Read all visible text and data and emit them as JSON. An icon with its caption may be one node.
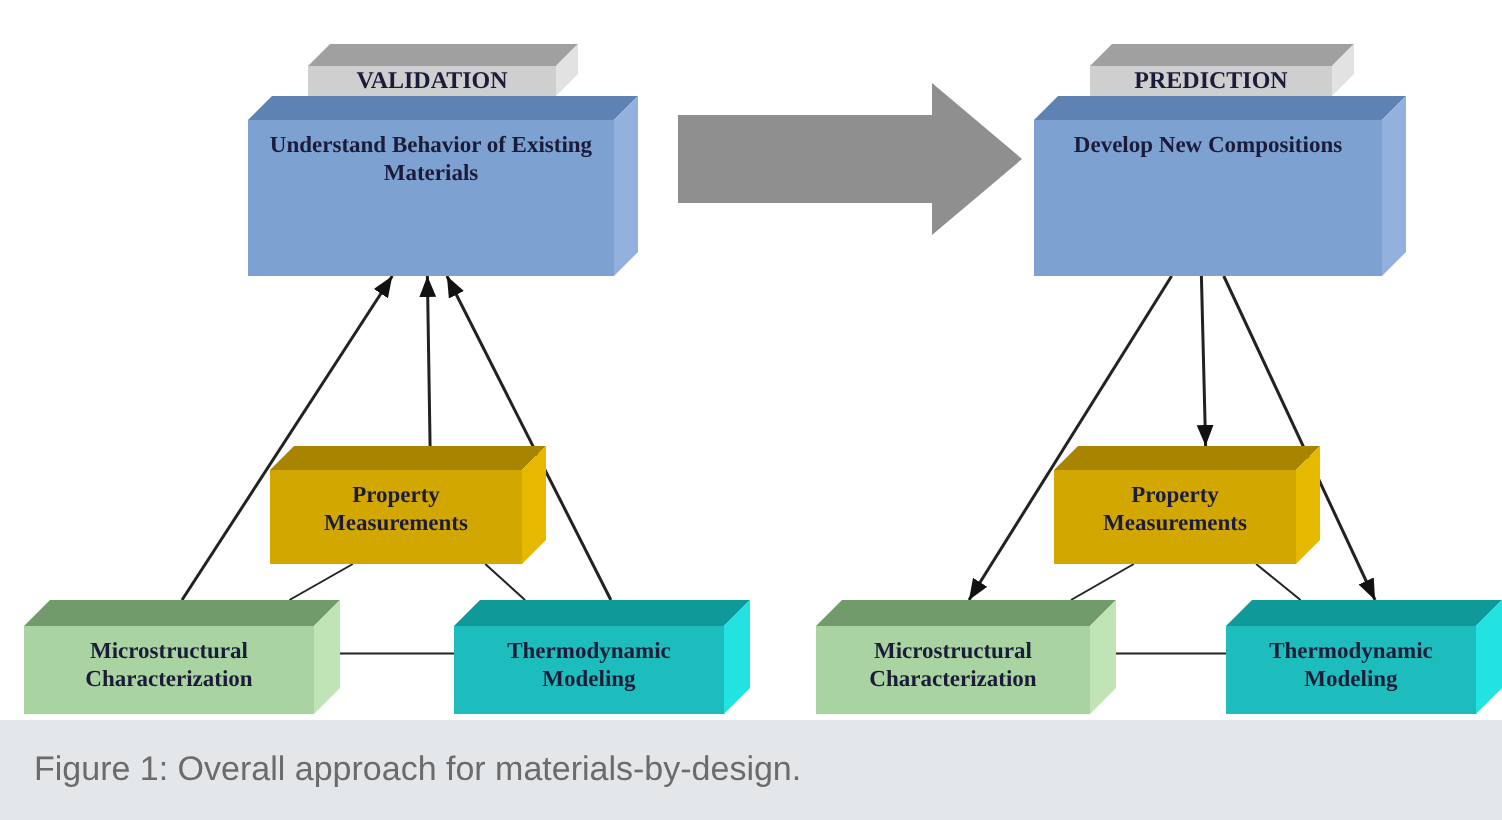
{
  "diagram": {
    "caption": "Figure 1: Overall approach for materials-by-design.",
    "nodes": [
      {
        "text": [
          "VALIDATION"
        ]
      },
      {
        "text": [
          "Understand Behavior of Existing Materials"
        ]
      },
      {
        "text": [
          "Property Measurements"
        ]
      },
      {
        "text": [
          "Microstructural Characterization"
        ]
      },
      {
        "text": [
          "Thermodynamic Modeling"
        ]
      },
      {
        "text": [
          "PREDICTION"
        ]
      },
      {
        "text": [
          "Develop New Compositions"
        ]
      },
      {
        "text": [
          "Property Measurements"
        ]
      },
      {
        "text": [
          "Microstructural Characterization"
        ]
      },
      {
        "text": [
          "Thermodynamic Modeling"
        ]
      }
    ],
    "edges": [
      {
        "from": 3,
        "to": 1,
        "arrow": "to"
      },
      {
        "from": 2,
        "to": 1,
        "arrow": "to"
      },
      {
        "from": 4,
        "to": 1,
        "arrow": "to"
      },
      {
        "from": 2,
        "to": 3,
        "arrow": "none"
      },
      {
        "from": 2,
        "to": 4,
        "arrow": "none"
      },
      {
        "from": 3,
        "to": 4,
        "arrow": "none"
      },
      {
        "from": 1,
        "to": 6,
        "arrow": "to",
        "style": "thick",
        "color": "#8f8f8f"
      },
      {
        "from": 6,
        "to": 8,
        "arrow": "to"
      },
      {
        "from": 6,
        "to": 7,
        "arrow": "to"
      },
      {
        "from": 6,
        "to": 9,
        "arrow": "to"
      },
      {
        "from": 7,
        "to": 8,
        "arrow": "none"
      },
      {
        "from": 7,
        "to": 9,
        "arrow": "none"
      },
      {
        "from": 8,
        "to": 9,
        "arrow": "none"
      }
    ]
  }
}
